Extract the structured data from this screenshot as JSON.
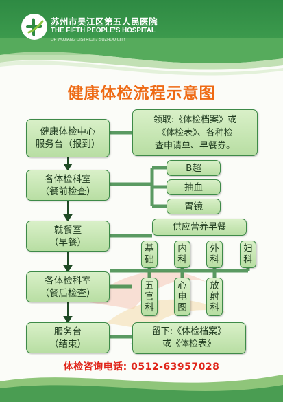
{
  "hospital": {
    "name_cn": "苏州市吴江区第五人民医院",
    "name_en": "THE FIFTH PEOPLE'S HOSPITAL",
    "district_en": "OF WUJIANG DISTRICT，SUZHOU CITY"
  },
  "title": "健康体检流程示意图",
  "steps": [
    "健康体检中心\n服务台（报到）",
    "各体检科室\n（餐前检查）",
    "就餐室\n（早餐）",
    "各体检科室\n（餐后检查）",
    "服务台\n（结束）"
  ],
  "notes": {
    "reception": "领取:《体检档案》或\n《体检表》、各种检\n查申请单、早餐券。",
    "breakfast": "供应营养早餐",
    "finish": "留下:《体检档案》\n或《体检表》"
  },
  "pre_meal_items": [
    "B超",
    "抽血",
    "胃镜"
  ],
  "post_meal_top": [
    "基\n础",
    "内\n科",
    "外\n科",
    "妇\n科"
  ],
  "post_meal_bottom": [
    "五\n官\n科",
    "心\n电\n图",
    "放\n射\n科"
  ],
  "phone": "体检咨询电话: 0512-63957028",
  "colors": {
    "header_green": "#2e8a43",
    "box_fill": "#c6e5b2",
    "box_border": "#3e8a48",
    "title_orange": "#ee6a14",
    "phone_red": "#e0261b"
  }
}
